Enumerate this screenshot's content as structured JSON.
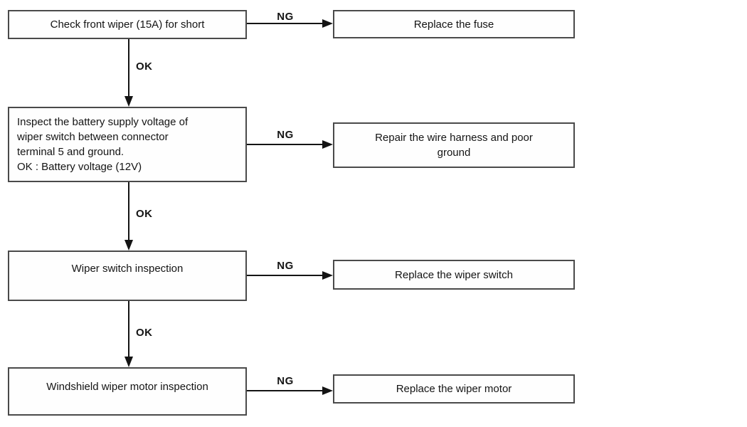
{
  "colors": {
    "background": "#ffffff",
    "box_border": "#4a4a4a",
    "line": "#141414",
    "text": "#141414"
  },
  "diagram": {
    "type": "flowchart",
    "rows": [
      {
        "check": "Check front wiper (15A) for short",
        "ng": "NG",
        "action": "Replace the fuse"
      },
      {
        "check": "Inspect the battery supply voltage of\nwiper switch between connector\nterminal 5 and ground.\nOK : Battery voltage (12V)",
        "ng": "NG",
        "action": "Repair the wire harness and poor\nground"
      },
      {
        "check": "Wiper switch inspection",
        "ng": "NG",
        "action": "Replace the wiper switch"
      },
      {
        "check": "Windshield wiper motor inspection",
        "ng": "NG",
        "action": "Replace the wiper motor"
      }
    ],
    "ok_connectors": [
      {
        "label": "OK"
      },
      {
        "label": "OK"
      },
      {
        "label": "OK"
      }
    ]
  }
}
